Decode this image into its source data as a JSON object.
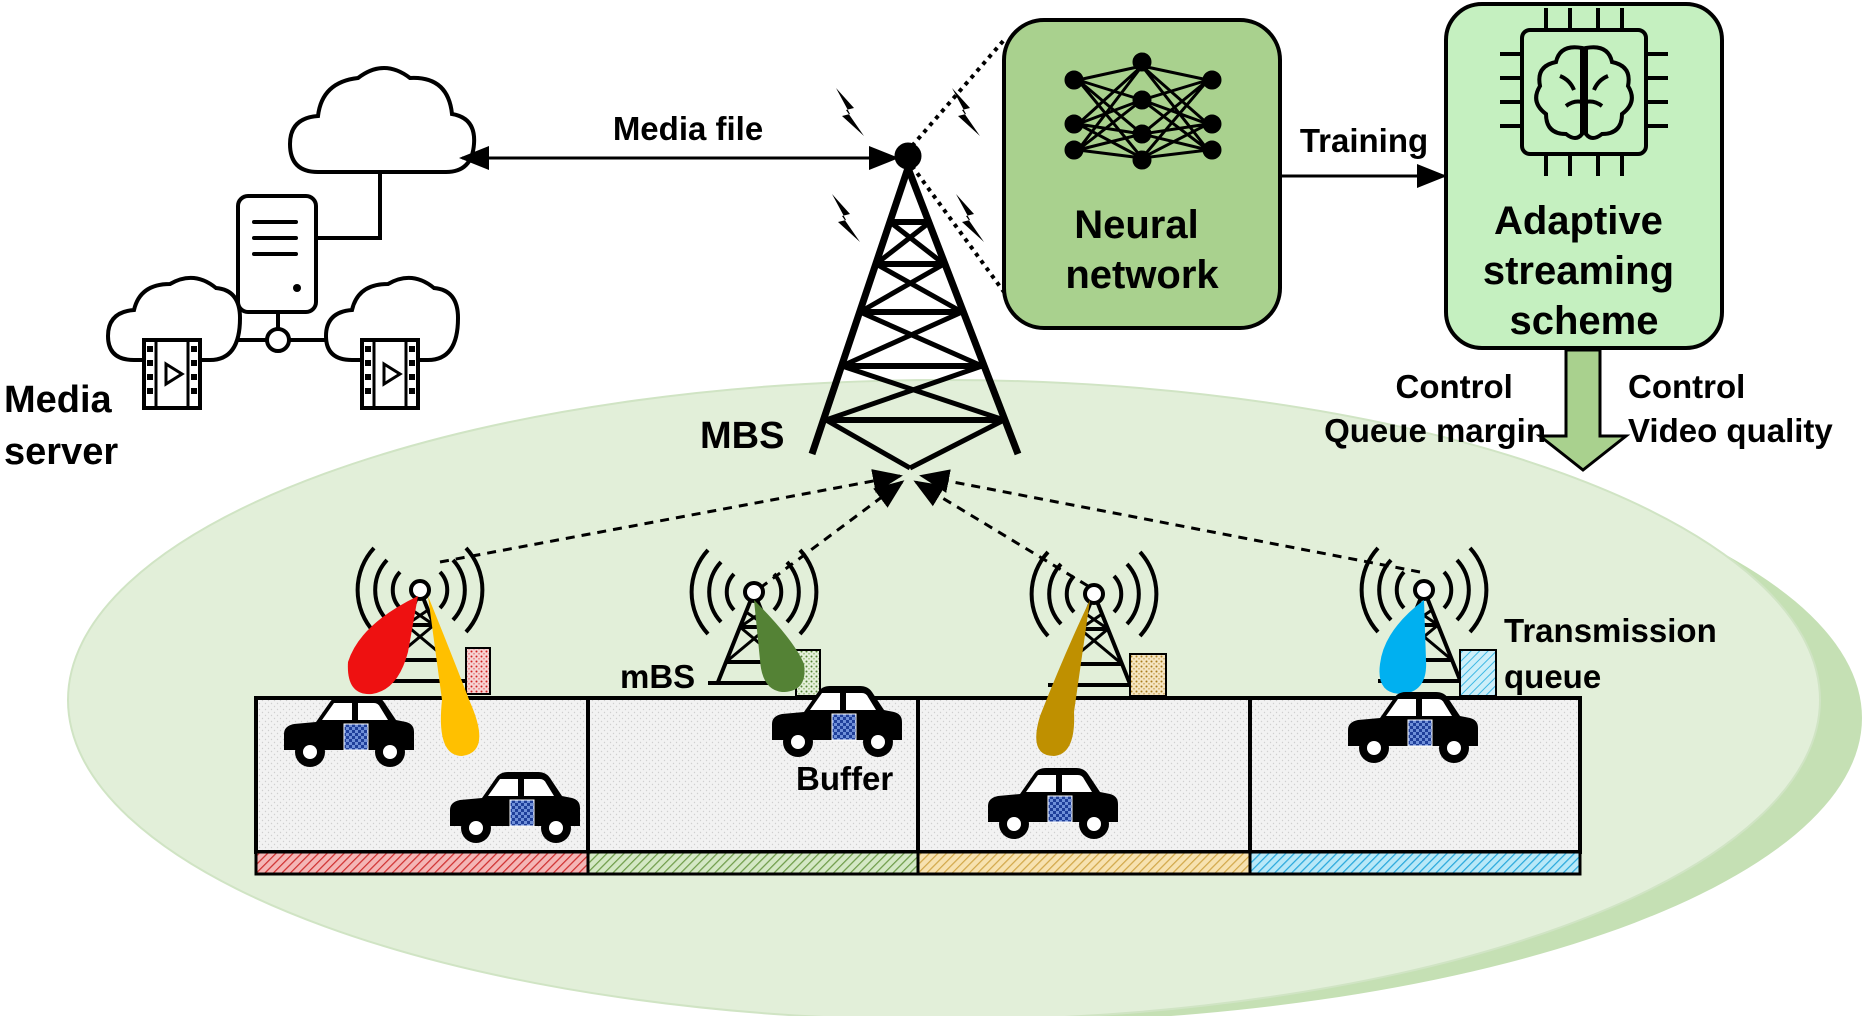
{
  "labels": {
    "media_file": "Media file",
    "training": "Training",
    "media_server_line1": "Media",
    "media_server_line2": "server",
    "mbs": "MBS",
    "mbs_small": "mBS",
    "buffer": "Buffer",
    "transmission_queue_line1": "Transmission",
    "transmission_queue_line2": "queue",
    "neural_network_line1": "Neural",
    "neural_network_line2": "network",
    "adaptive_line1": "Adaptive",
    "adaptive_line2": "streaming",
    "adaptive_line3": "scheme",
    "control_left_line1": "Control",
    "control_left_line2": "Queue margin",
    "control_right_line1": "Control",
    "control_right_line2": "Video quality"
  },
  "colors": {
    "cell_ellipse": "#e2efd9",
    "cell_ellipse_shadow": "#c5e0b4",
    "box_fill": "#a9d18e",
    "box_border": "#000000",
    "adaptive_fill": "#c5f0c0",
    "arrow_fill": "#a9d18e",
    "beam_red": "#ee1111",
    "beam_yellow": "#ffc000",
    "beam_green": "#548235",
    "beam_gold": "#bf9000",
    "beam_blue": "#00b0f0",
    "strip_red": "#e06666",
    "strip_green": "#8fbc6f",
    "strip_gold": "#e6c36a",
    "strip_blue": "#5bc8f0",
    "buffer_blue": "#2f55b8"
  },
  "icons": [
    "cloud-icon",
    "server-icon",
    "video-cloud-icon",
    "tower-icon",
    "lightning-icon",
    "neural-network-icon",
    "brain-chip-icon",
    "antenna-icon",
    "car-icon"
  ]
}
